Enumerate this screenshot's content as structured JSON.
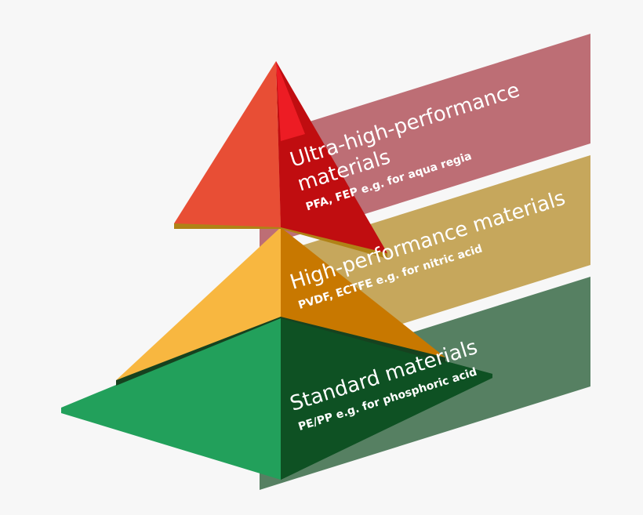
{
  "figure": {
    "kind": "3d-layered-pyramid",
    "background_color": "#f7f7f7",
    "apex_color_note": "red tip at top, green base at bottom"
  },
  "chart_data": {
    "type": "pyramid",
    "title": "",
    "orientation": "apex-top",
    "levels_top_to_bottom": [
      {
        "rank": 1,
        "label": "Ultra-high-performance materials",
        "title_line1": "Ultra-high-performance",
        "title_line2": "materials",
        "sublabel": "PFA, FEP e.g. for aqua regia",
        "materials": "PFA, FEP",
        "example_application": "aqua regia",
        "face_color_left": "#E84E35",
        "face_color_right": "#C00D10",
        "face_color_tip": "#ED1C24",
        "banner_color": "#BD6E75"
      },
      {
        "rank": 2,
        "label": "High-performance materials",
        "title_line1": "High-performance materials",
        "title_line2": "",
        "sublabel": "PVDF, ECTFE e.g. for nitric acid",
        "materials": "PVDF, ECTFE",
        "example_application": "nitric acid",
        "face_color_left": "#F8B740",
        "face_color_right": "#C87800",
        "face_color_tip": "#F8B740",
        "banner_color": "#C6A75C"
      },
      {
        "rank": 3,
        "label": "Standard materials",
        "title_line1": "Standard materials",
        "title_line2": "",
        "sublabel": "PE/PP e.g. for phosphoric acid",
        "materials": "PE/PP",
        "example_application": "phosphoric acid",
        "face_color_left": "#22A05B",
        "face_color_right": "#0E5123",
        "face_color_tip": "#22A05B",
        "banner_color": "#568062"
      }
    ]
  },
  "colors": {
    "background": "#f7f7f7",
    "text": "#ffffff",
    "red_left": "#E84E35",
    "red_right": "#C00D10",
    "red_tip": "#ED1C24",
    "orange_left": "#F8B740",
    "orange_right": "#C87800",
    "orange_seam": "#B08216",
    "green_left": "#22A05B",
    "green_right": "#0E5123",
    "green_seam": "#16421F",
    "banner_red": "#BD6E75",
    "banner_orange": "#C6A75C",
    "banner_green": "#568062"
  }
}
